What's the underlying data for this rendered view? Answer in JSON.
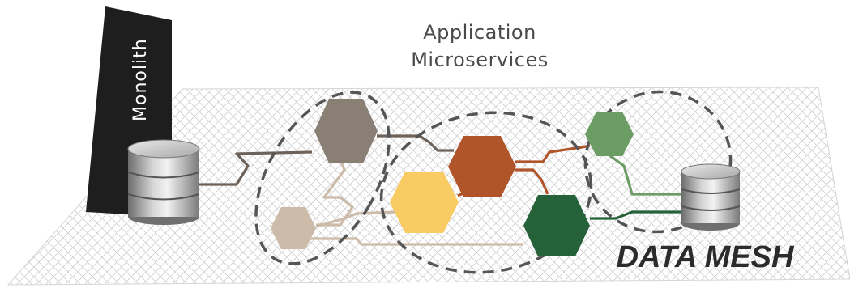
{
  "title": {
    "line1": "Application",
    "line2": "Microservices"
  },
  "monolith": {
    "label": "Monolith"
  },
  "mesh": {
    "label": "DATA MESH"
  },
  "colors": {
    "hex_gray": "#8a7f75",
    "hex_beige": "#cdbba9",
    "hex_yellow": "#f8cc63",
    "hex_rust": "#b0552a",
    "hex_dark_green": "#25623a",
    "hex_light_green": "#6c9d64",
    "monolith": "#1e1e1e",
    "dashed_ellipse": "#555555"
  },
  "icons": [
    "database-icon",
    "hexagon-icon"
  ]
}
